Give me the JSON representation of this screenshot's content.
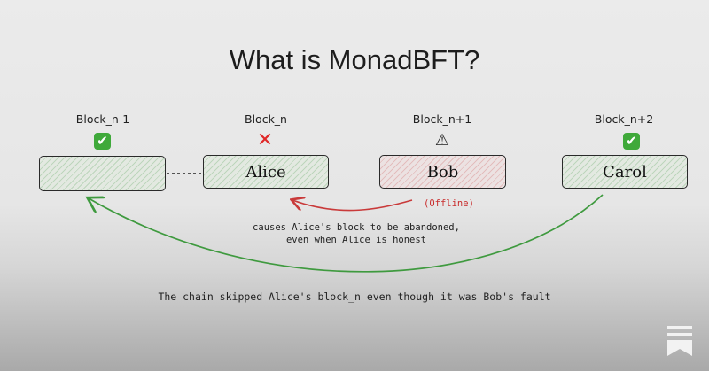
{
  "title": "What is MonadBFT?",
  "blocks": [
    {
      "label": "Block_n-1",
      "name": "",
      "status": "check",
      "fill": "green"
    },
    {
      "label": "Block_n",
      "name": "Alice",
      "status": "cross",
      "fill": "green"
    },
    {
      "label": "Block_n+1",
      "name": "Bob",
      "status": "warning",
      "fill": "red"
    },
    {
      "label": "Block_n+2",
      "name": "Carol",
      "status": "check",
      "fill": "green"
    }
  ],
  "icons": {
    "check": "✔",
    "cross": "✕",
    "warning": "⚠"
  },
  "offline_note": "(Offline)",
  "abandon_note_line1": "causes Alice's block to be abandoned,",
  "abandon_note_line2": "even when Alice is honest",
  "bottom_caption": "The chain skipped Alice's block_n even though it was Bob's fault",
  "colors": {
    "red_arrow": "#c93a3a",
    "green_arrow": "#3f9a3f",
    "check_bg": "#3fa93a",
    "cross": "#e02727"
  }
}
